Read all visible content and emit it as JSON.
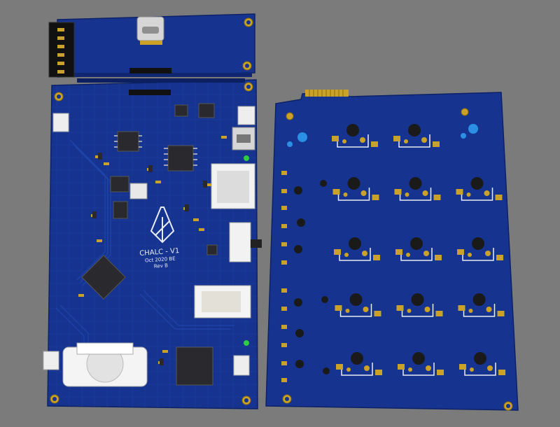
{
  "colors": {
    "background": "#7b7b7b",
    "pcb": "#16348f",
    "pcb_dark": "#0f2670",
    "trace": "#1e44a8",
    "pad_gold": "#c9a227",
    "silkscreen": "#e8ecf4",
    "chip": "#2a2a2e",
    "usb_silver": "#d6d6d6",
    "led_green": "#2ecc40"
  },
  "main_board": {
    "title": "CHALC - V1",
    "date": "Oct 2020 BE",
    "revision": "Rev B"
  },
  "icons": {
    "logo": "chalc-logo-icon"
  }
}
